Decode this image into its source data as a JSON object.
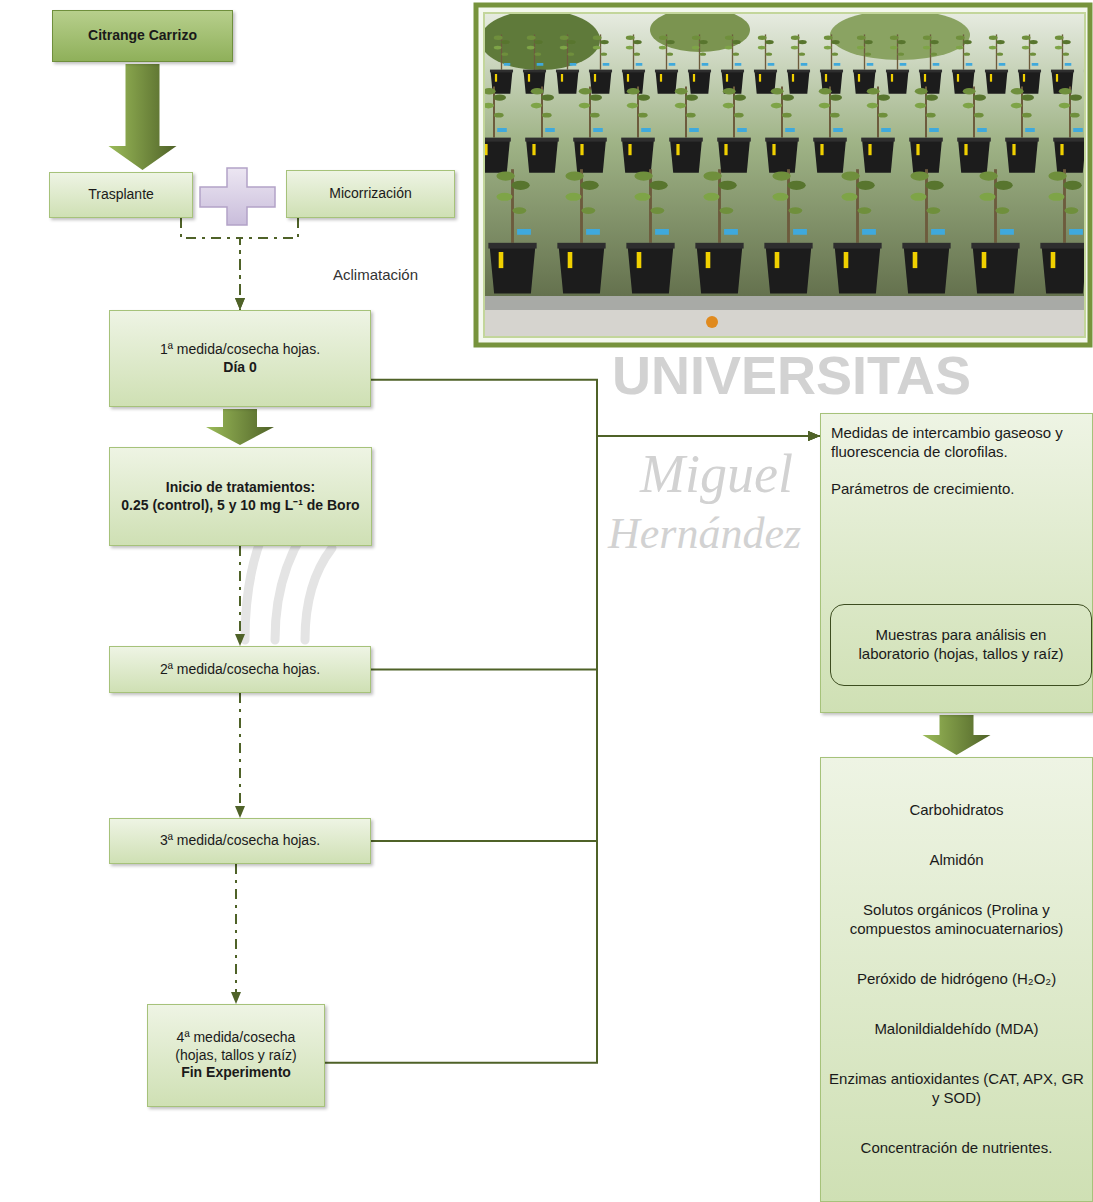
{
  "diagram": {
    "nodes": [
      {
        "text": [
          "Citrange Carrizo"
        ]
      },
      {
        "text": [
          "Trasplante"
        ]
      },
      {
        "text": [
          "Micorrización"
        ]
      },
      {
        "text": [
          "1ª medida/cosecha hojas.",
          "Día 0"
        ]
      },
      {
        "text": [
          "Inicio de tratamientos:",
          "0.25 (control), 5 y 10 mg L⁻¹ de Boro"
        ]
      },
      {
        "text": [
          "2ª medida/cosecha hojas."
        ]
      },
      {
        "text": [
          "3ª medida/cosecha hojas."
        ]
      },
      {
        "text": [
          "4ª medida/cosecha (hojas, tallos y raíz)",
          "Fin Experimento"
        ]
      },
      {
        "text": [
          "Medidas de intercambio gaseoso y fluorescencia de clorofilas.",
          "Parámetros de crecimiento."
        ]
      },
      {
        "text": [
          "Muestras para análisis en laboratorio (hojas, tallos y raíz)"
        ],
        "in": 8
      },
      {
        "text": [
          "Carbohidratos",
          "Almidón",
          "Solutos orgánicos (Prolina y compuestos aminocuaternarios)",
          "Peróxido de hidrógeno (H₂O₂)",
          "Malonildialdehído (MDA)",
          "Enzimas antioxidantes (CAT, APX, GR y SOD)",
          "Concentración de nutrientes."
        ]
      }
    ],
    "edges": [
      {
        "from": 0,
        "to": 1,
        "arrow": "to"
      },
      {
        "from": 1,
        "to": 3,
        "label": "Aclimatación",
        "arrow": "to"
      },
      {
        "from": 2,
        "to": 3,
        "arrow": "to"
      },
      {
        "from": 3,
        "to": 4,
        "arrow": "to"
      },
      {
        "from": 4,
        "to": 5,
        "arrow": "to"
      },
      {
        "from": 5,
        "to": 6,
        "arrow": "to"
      },
      {
        "from": 6,
        "to": 7,
        "arrow": "to"
      },
      {
        "from": 3,
        "to": 8,
        "arrow": "to"
      },
      {
        "from": 5,
        "to": 8,
        "arrow": "to"
      },
      {
        "from": 6,
        "to": 8,
        "arrow": "to"
      },
      {
        "from": 7,
        "to": 8,
        "arrow": "to"
      },
      {
        "from": 8,
        "to": 10,
        "arrow": "to"
      }
    ],
    "labels": [
      "UNIVERSITAS",
      "Miguel",
      "Hernández"
    ]
  }
}
